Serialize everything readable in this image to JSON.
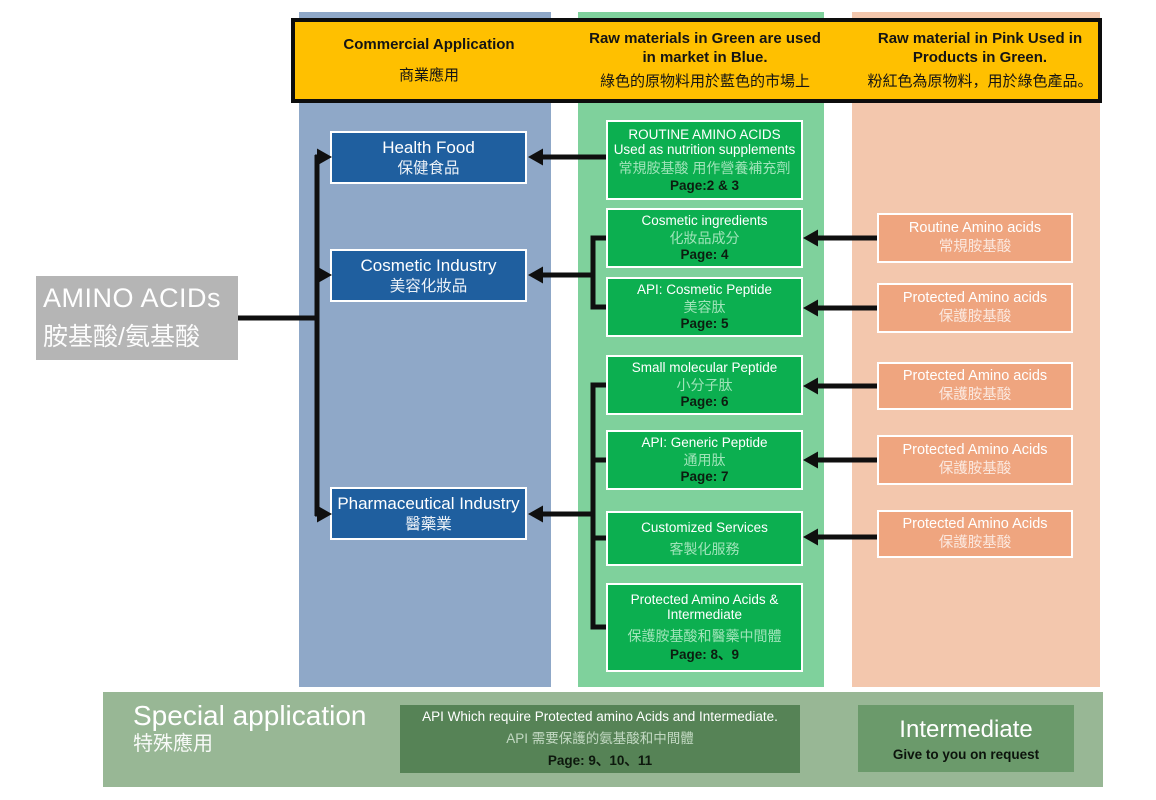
{
  "palette": {
    "market_column": "#8fa8c8",
    "market_node": "#1f5f9f",
    "product_column": "#7fd19c",
    "product_node": "#0caf50",
    "raw_column": "#f3c7ad",
    "raw_node": "#efa57f",
    "legend_banner": "#ffc000",
    "root_node": "#b5b5b5",
    "special_bar": "#98b795",
    "api_box": "#568356",
    "intermediate_box": "#6b9a6b",
    "connector": "#0f0f0f"
  },
  "legend": {
    "commercial": {
      "en": "Commercial Application",
      "zh": "商業應用"
    },
    "green_note": {
      "en": "Raw materials in Green are used in market in Blue.",
      "zh": "綠色的原物料用於藍色的市場上"
    },
    "pink_note": {
      "en": "Raw material in Pink Used in Products in Green.",
      "zh": "粉紅色為原物料，用於綠色產品。"
    }
  },
  "root": {
    "en": "AMINO ACIDs",
    "zh": "胺基酸/氨基酸"
  },
  "markets": [
    {
      "en": "Health Food",
      "zh": "保健食品"
    },
    {
      "en": "Cosmetic Industry",
      "zh": "美容化妝品"
    },
    {
      "en": "Pharmaceutical Industry",
      "zh": "醫藥業"
    }
  ],
  "products": [
    {
      "en": "ROUTINE AMINO ACIDS Used as nutrition supplements",
      "zh": "常規胺基酸 用作營養補充劑",
      "page": "Page:2 & 3"
    },
    {
      "en": "Cosmetic ingredients",
      "zh": "化妝品成分",
      "page": "Page: 4"
    },
    {
      "en": "API: Cosmetic Peptide",
      "zh": "美容肽",
      "page": "Page: 5"
    },
    {
      "en": "Small molecular Peptide",
      "zh": "小分子肽",
      "page": "Page: 6"
    },
    {
      "en": "API: Generic Peptide",
      "zh": "通用肽",
      "page": "Page: 7"
    },
    {
      "en": "Customized Services",
      "zh": "客製化服務"
    },
    {
      "en": "Protected Amino Acids & Intermediate",
      "zh": "保護胺基酸和醫藥中間體",
      "page": "Page: 8、9"
    }
  ],
  "raw_materials": [
    {
      "en": "Routine Amino acids",
      "zh": "常規胺基酸"
    },
    {
      "en": "Protected Amino acids",
      "zh": "保護胺基酸"
    },
    {
      "en": "Protected Amino acids",
      "zh": "保護胺基酸"
    },
    {
      "en": "Protected Amino Acids",
      "zh": "保護胺基酸"
    },
    {
      "en": "Protected Amino Acids",
      "zh": "保護胺基酸"
    }
  ],
  "special": {
    "title": {
      "en": "Special application",
      "zh": "特殊應用"
    },
    "api_box": {
      "en": "API Which require Protected amino Acids and Intermediate.",
      "zh": "API 需要保護的氨基酸和中間體",
      "page": "Page: 9、10、11"
    },
    "intermediate": {
      "en": "Intermediate",
      "note": "Give to you on request"
    }
  }
}
